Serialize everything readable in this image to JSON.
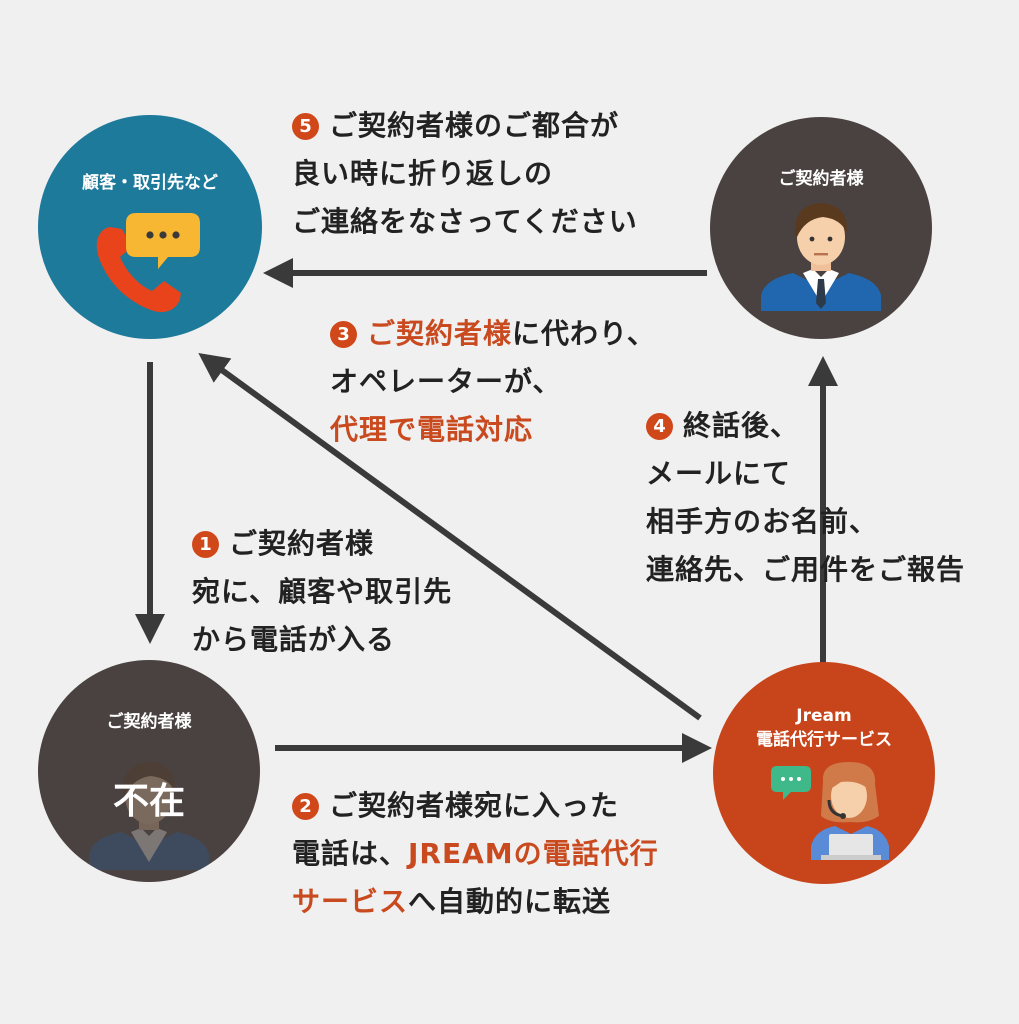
{
  "nodes": {
    "customer": {
      "label": "顧客・取引先など",
      "color": "#1e7a9a"
    },
    "contractor_top": {
      "label": "ご契約者様",
      "color": "#4a4240"
    },
    "contractor_absent": {
      "label": "ご契約者様",
      "status": "不在",
      "color": "#4a4240"
    },
    "service": {
      "label": "Jream\n電話代行サービス",
      "color": "#c8451b"
    }
  },
  "steps": {
    "s1": {
      "num": "1",
      "line1": "ご契約者様",
      "line2": "宛に、顧客や取引先",
      "line3": "から電話が入る"
    },
    "s2": {
      "num": "2",
      "line1": "ご契約者様宛に入った",
      "line2_a": "電話は、",
      "line2_b": "JREAMの電話代行",
      "line3_a": "サービス",
      "line3_b": "へ自動的に転送"
    },
    "s3": {
      "num": "3",
      "line1_a": "ご契約者様",
      "line1_b": "に代わり、",
      "line2": "オペレーターが、",
      "line3": "代理で電話対応"
    },
    "s4": {
      "num": "4",
      "line1": "終話後、",
      "line2": "メールにて",
      "line3": "相手方のお名前、",
      "line4": "連絡先、ご用件をご報告"
    },
    "s5": {
      "num": "5",
      "line1": "ご契約者様のご都合が",
      "line2": "良い時に折り返しの",
      "line3": "ご連絡をなさってください"
    }
  },
  "colors": {
    "accent": "#c94a1f",
    "arrow": "#3a3a3a",
    "background": "#f0f0f0"
  }
}
